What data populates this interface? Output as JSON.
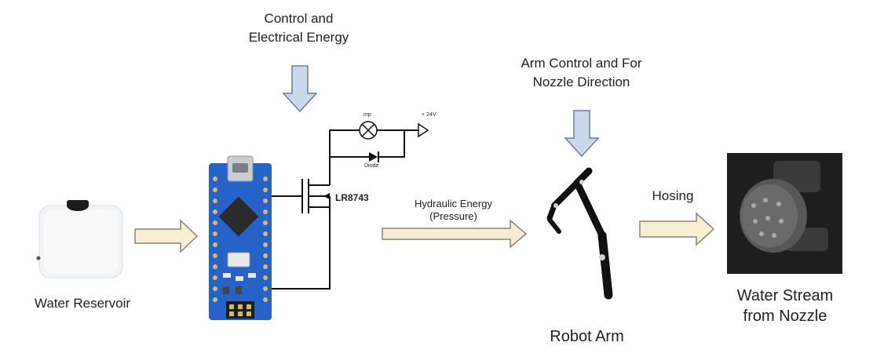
{
  "labels": {
    "control_energy_line1": "Control and",
    "control_energy_line2": "Electrical Energy",
    "arm_control_line1": "Arm Control and For",
    "arm_control_line2": "Nozzle Direction",
    "hydraulic_line1": "Hydraulic Energy",
    "hydraulic_line2": "(Pressure)",
    "hosing": "Hosing",
    "water_reservoir": "Water Reservoir",
    "robot_arm": "Robot Arm",
    "water_stream_line1": "Water Stream",
    "water_stream_line2": "from Nozzle"
  },
  "circuit": {
    "mosfet_label": "LR8743",
    "lamp_label": "mp",
    "diode_label": "Diode",
    "supply_label": "+ 24V"
  },
  "colors": {
    "down_arrow_fill": "#c9d8ea",
    "down_arrow_stroke": "#6e7f93",
    "right_arrow_fill": "#f6edd3",
    "right_arrow_stroke": "#8a8472",
    "board_blue": "#2563c9",
    "wire": "#111111"
  }
}
